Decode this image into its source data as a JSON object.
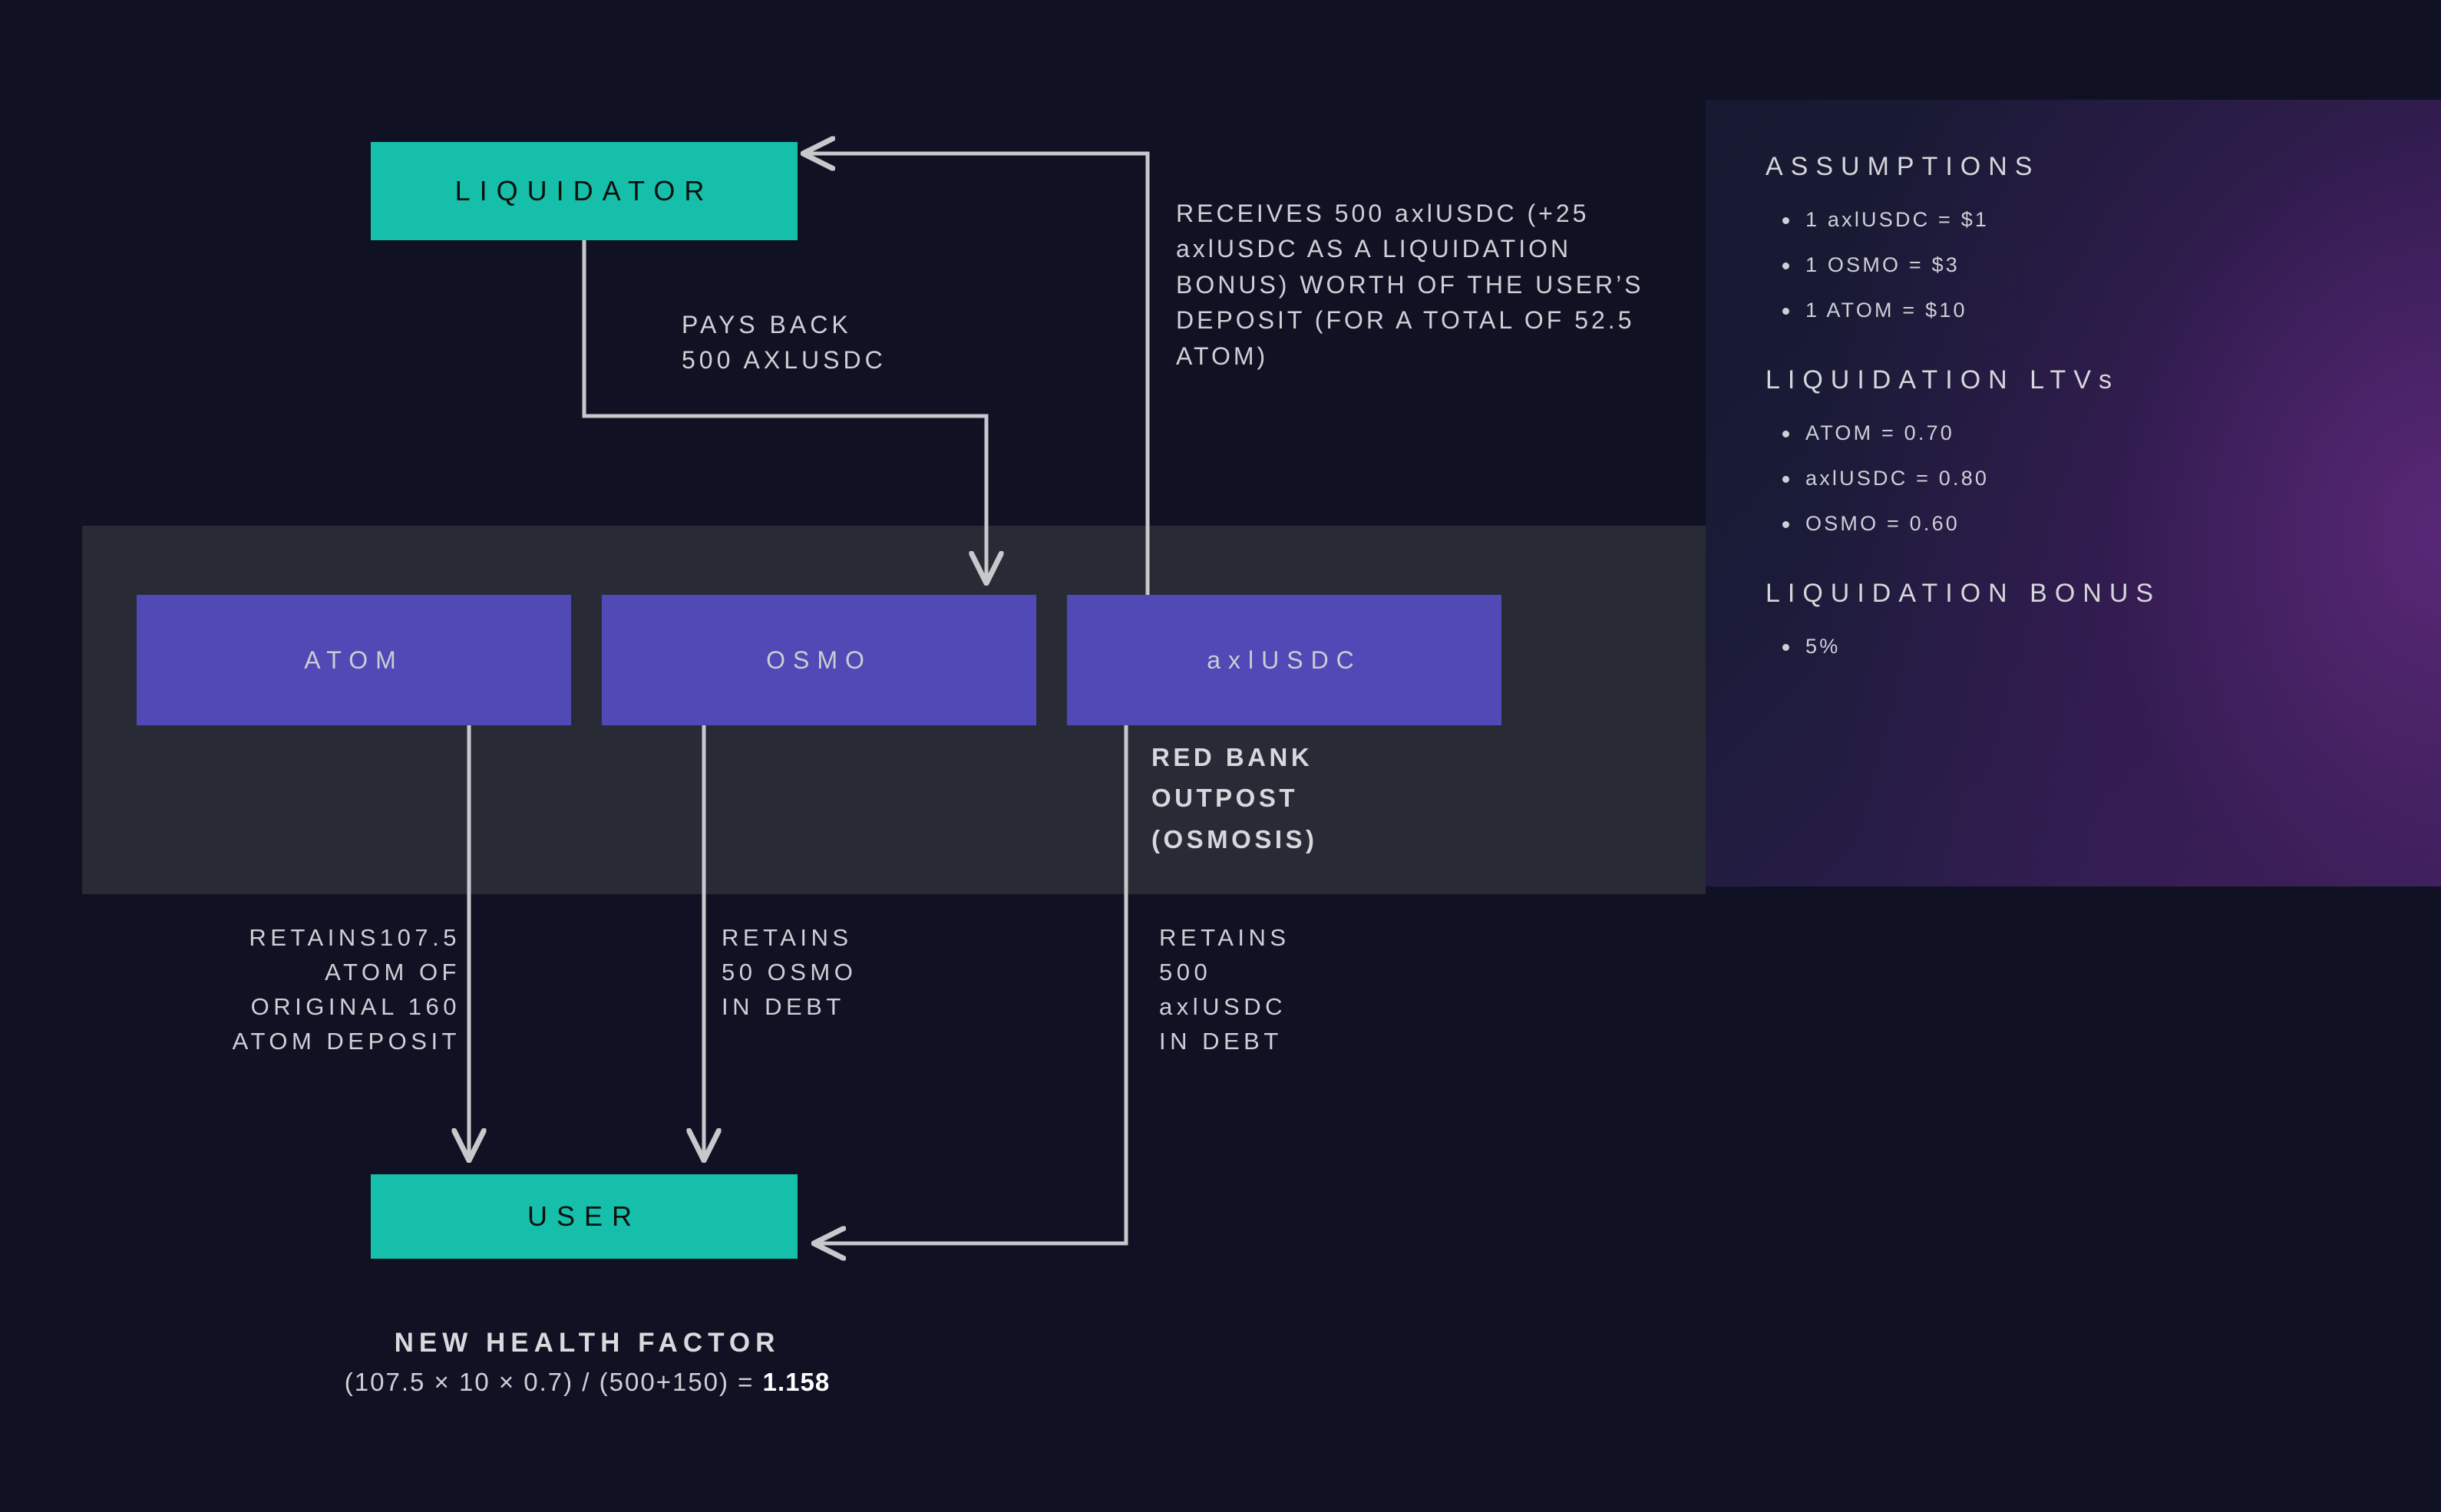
{
  "nodes": {
    "liquidator": "LIQUIDATOR",
    "user": "USER",
    "atom": "ATOM",
    "osmo": "OSMO",
    "axlusdc": "axlUSDC"
  },
  "outpost": {
    "label": "RED BANK\nOUTPOST\n(OSMOSIS)"
  },
  "edges": {
    "pays_back": "PAYS BACK\n500 AXLUSDC",
    "receives": "RECEIVES 500 axlUSDC (+25 axlUSDC AS A LIQUIDATION BONUS) WORTH OF THE USER’S DEPOSIT (FOR A TOTAL OF 52.5 ATOM)",
    "retain_atom": "RETAINS107.5\nATOM OF\nORIGINAL 160\nATOM DEPOSIT",
    "retain_osmo": "RETAINS\n50 OSMO\nIN DEBT",
    "retain_usdc": "RETAINS\n500\naxlUSDC\nIN DEBT"
  },
  "assumptions": {
    "heading": "ASSUMPTIONS",
    "items": [
      "1 axlUSDC = $1",
      "1 OSMO = $3",
      "1 ATOM = $10"
    ]
  },
  "liquidation_ltvs": {
    "heading": "LIQUIDATION LTVs",
    "items": [
      "ATOM = 0.70",
      "axlUSDC = 0.80",
      "OSMO = 0.60"
    ]
  },
  "liquidation_bonus": {
    "heading": "LIQUIDATION BONUS",
    "items": [
      "5%"
    ]
  },
  "health_factor": {
    "title": "NEW HEALTH FACTOR",
    "formula_prefix": "(107.5 × 10 × 0.7) / (500+150) = ",
    "result": "1.158"
  },
  "colors": {
    "background": "#101223",
    "outpost_panel": "#282b36",
    "teal_node": "#16bfa9",
    "purple_node": "#5149b5",
    "connector": "#c8c8cc",
    "text": "#cfcfd6"
  }
}
